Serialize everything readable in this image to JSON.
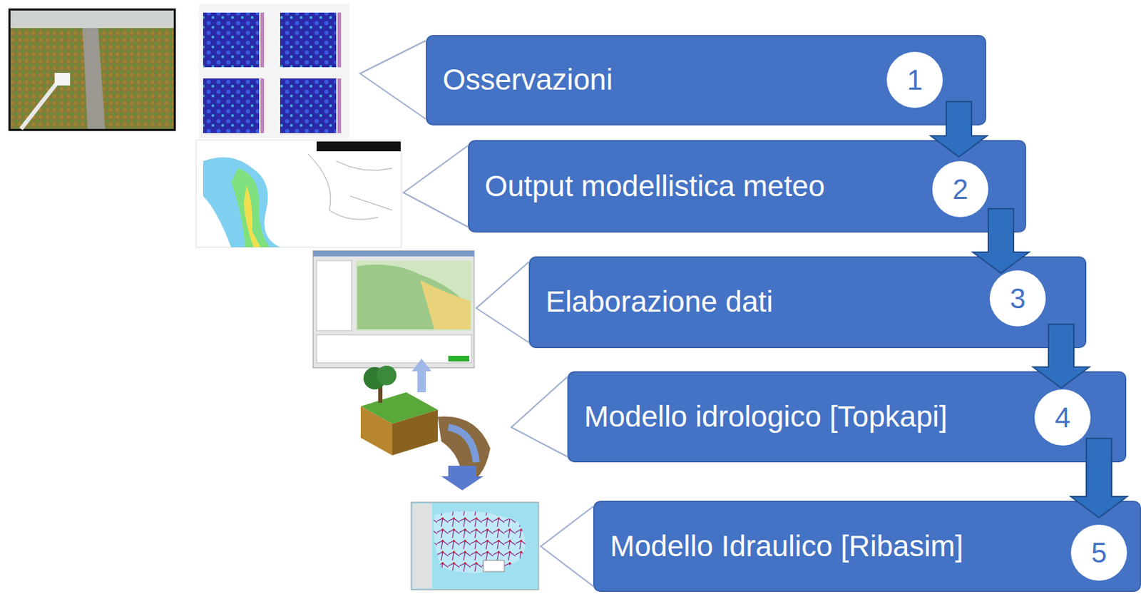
{
  "diagram": {
    "nodes": [
      {
        "text": [
          "Osservazioni"
        ]
      },
      {
        "text": [
          "1"
        ],
        "in": 0
      },
      {
        "text": [
          "Output modellistica meteo"
        ]
      },
      {
        "text": [
          "2"
        ],
        "in": 2
      },
      {
        "text": [
          "Elaborazione dati"
        ]
      },
      {
        "text": [
          "3"
        ],
        "in": 4
      },
      {
        "text": [
          "Modello idrologico [Topkapi]"
        ]
      },
      {
        "text": [
          "4"
        ],
        "in": 6
      },
      {
        "text": [
          "Modello Idraulico [Ribasim]"
        ]
      },
      {
        "text": [
          "5"
        ],
        "in": 8
      }
    ],
    "edges": [
      {
        "from": 0,
        "to": 2,
        "arrow": "to"
      },
      {
        "from": 2,
        "to": 4,
        "arrow": "to"
      },
      {
        "from": 4,
        "to": 6,
        "arrow": "to"
      },
      {
        "from": 6,
        "to": 8,
        "arrow": "to"
      }
    ]
  }
}
